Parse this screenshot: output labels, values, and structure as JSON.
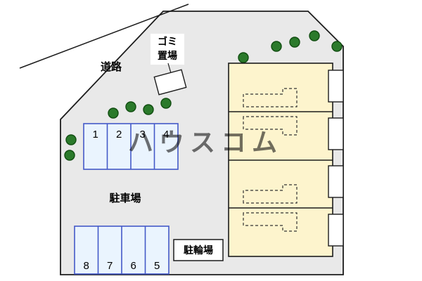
{
  "labels": {
    "road": "道路",
    "garbage_line1": "ゴミ",
    "garbage_line2": "置場",
    "parking": "駐車場",
    "bicycle": "駐輪場",
    "watermark": "ハウスコム"
  },
  "parking": {
    "top_row": [
      "1",
      "2",
      "3",
      "4"
    ],
    "bottom_row": [
      "8",
      "7",
      "6",
      "5"
    ]
  },
  "colors": {
    "property_fill": "#e9e9e9",
    "building_fill": "#fdf4cd",
    "stall_fill": "#eaf4fe",
    "stall_stroke": "#4459c8",
    "tree_green": "#2b7a2b",
    "watermark_blue": "#b7cfe7"
  }
}
